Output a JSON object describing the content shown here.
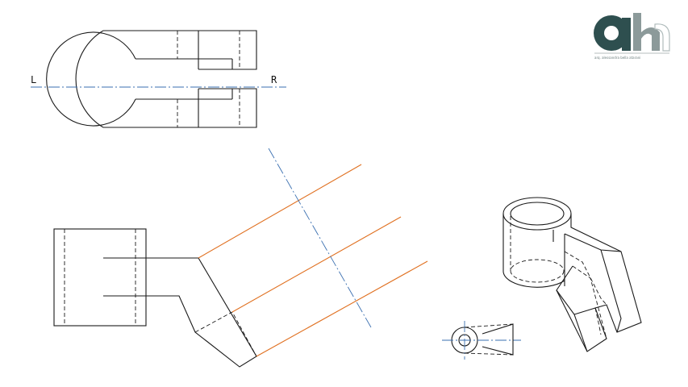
{
  "labels": {
    "left": "L",
    "right": "R"
  },
  "logo": {
    "caption": "arq. alessandra bella atarani",
    "color": "#2e4f4f"
  },
  "colors": {
    "line": "#1a1a1a",
    "center_line": "#3a6fb0",
    "projection_line": "#e07020"
  }
}
